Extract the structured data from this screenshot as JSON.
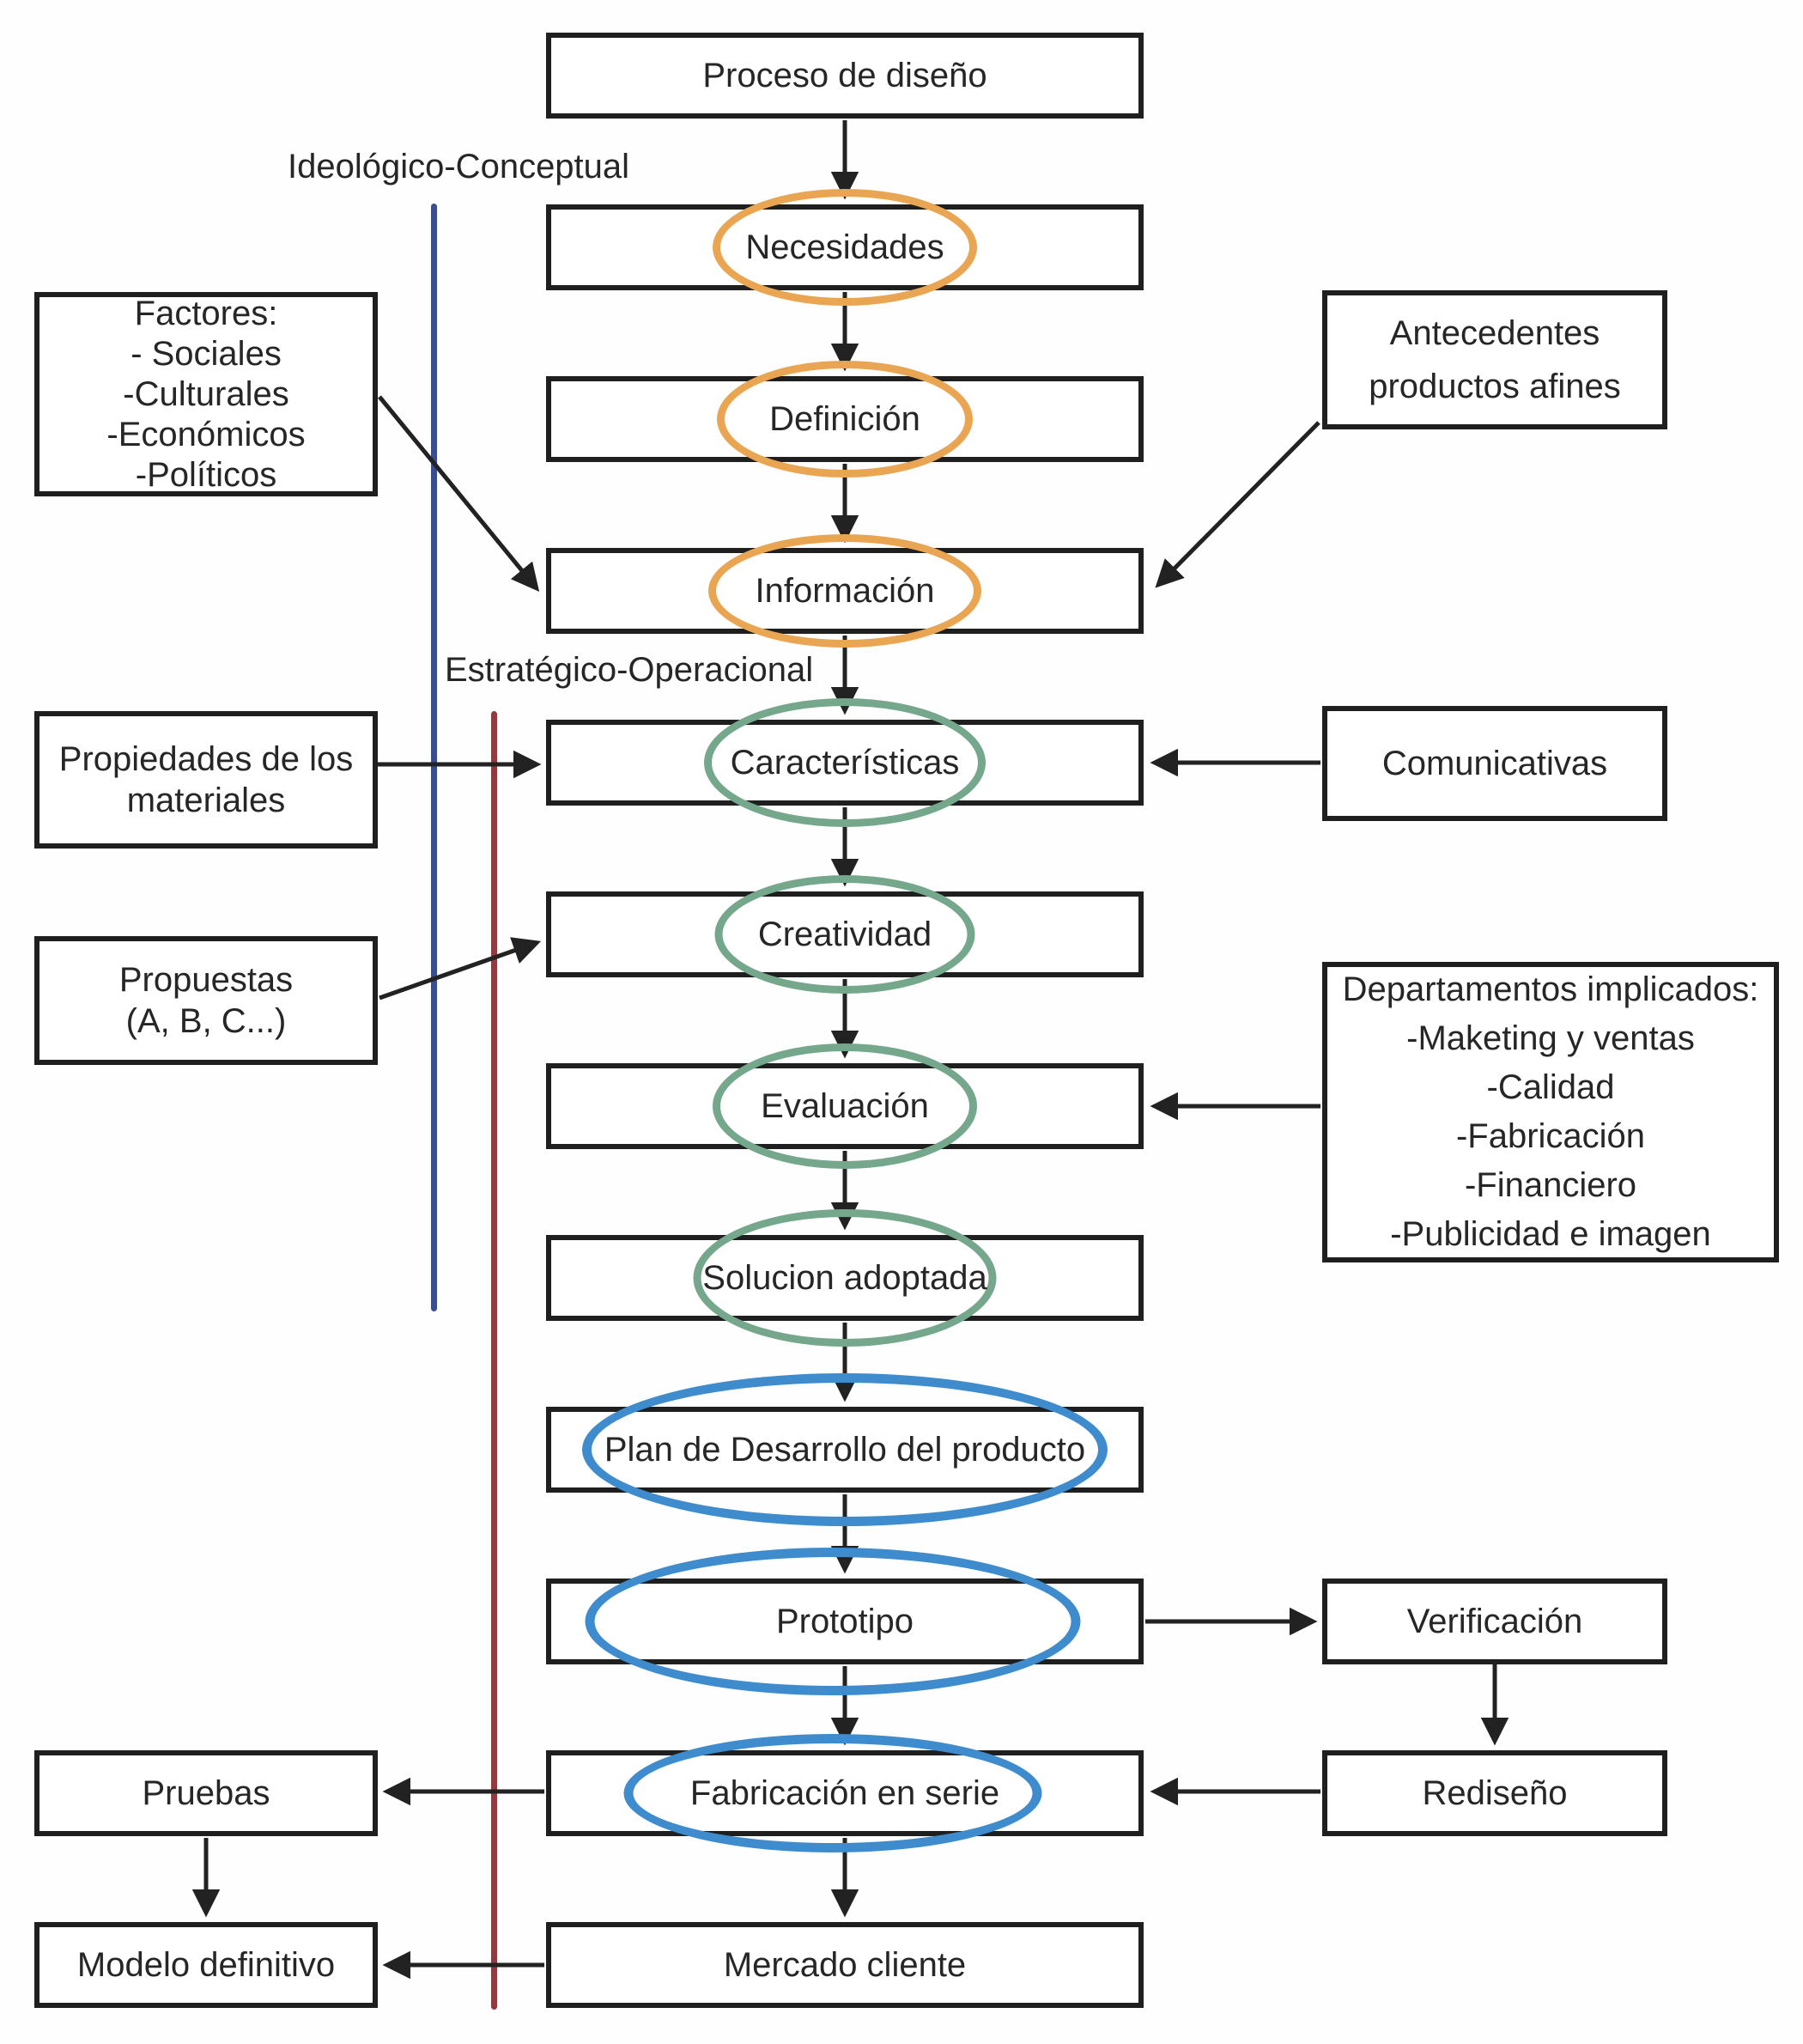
{
  "labels": {
    "phase1": "Ideológico-Conceptual",
    "phase2": "Estratégico-Operacional"
  },
  "flow": {
    "steps": [
      {
        "label": "Proceso de diseño",
        "ellipse": "none"
      },
      {
        "label": "Necesidades",
        "ellipse": "orange"
      },
      {
        "label": "Definición",
        "ellipse": "orange"
      },
      {
        "label": "Información",
        "ellipse": "orange"
      },
      {
        "label": "Características",
        "ellipse": "green"
      },
      {
        "label": "Creatividad",
        "ellipse": "green"
      },
      {
        "label": "Evaluación",
        "ellipse": "green"
      },
      {
        "label": "Solucion adoptada",
        "ellipse": "green"
      },
      {
        "label": "Plan de Desarrollo del producto",
        "ellipse": "blue"
      },
      {
        "label": "Prototipo",
        "ellipse": "blue"
      },
      {
        "label": "Fabricación en serie",
        "ellipse": "blue"
      },
      {
        "label": "Mercado cliente",
        "ellipse": "none"
      }
    ]
  },
  "side": {
    "factores": {
      "lines": [
        "Factores:",
        "- Sociales",
        "-Culturales",
        "-Económicos",
        "-Políticos"
      ]
    },
    "antecedentes": {
      "lines": [
        "Antecedentes",
        "productos afines"
      ]
    },
    "propiedades": {
      "lines": [
        "Propiedades de los",
        "materiales"
      ]
    },
    "comunicativas": {
      "label": "Comunicativas"
    },
    "propuestas": {
      "lines": [
        "Propuestas",
        "(A, B, C...)"
      ]
    },
    "departamentos": {
      "lines": [
        "Departamentos implicados:",
        "-Maketing y ventas",
        "-Calidad",
        "-Fabricación",
        "-Financiero",
        "-Publicidad e imagen"
      ]
    },
    "verificacion": {
      "label": "Verificación"
    },
    "rediseno": {
      "label": "Rediseño"
    },
    "pruebas": {
      "label": "Pruebas"
    },
    "modelo": {
      "label": "Modelo definitivo"
    }
  },
  "colors": {
    "orange": "#e9a552",
    "green": "#74a78b",
    "blue": "#3e8ccd",
    "phase_blue": "#3a4d8f",
    "phase_red": "#8f3b41",
    "ink": "#262626"
  }
}
